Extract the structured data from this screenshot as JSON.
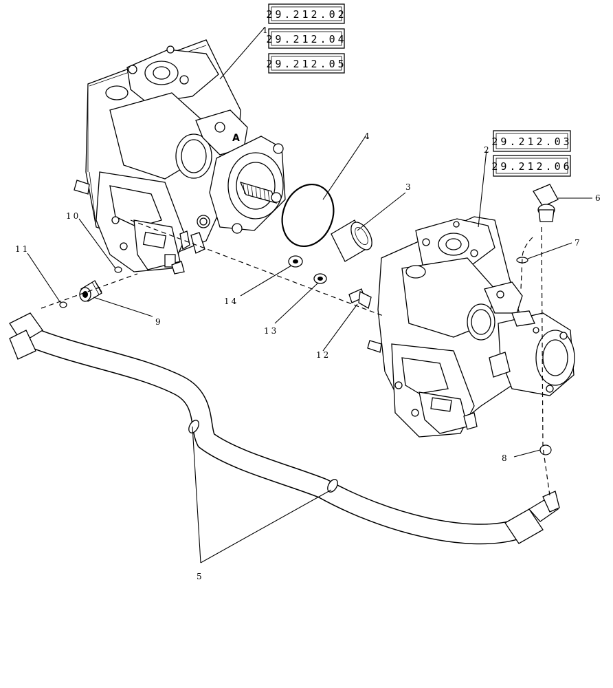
{
  "reference_boxes": {
    "ref1": "29.212.02",
    "ref2": "29.212.04",
    "ref3": "29.212.05",
    "ref4": "29.212.03",
    "ref5": "29.212.06"
  },
  "callouts": {
    "c1": "1",
    "c2": "2",
    "c3": "3",
    "c4": "4",
    "c5": "5",
    "c6": "6",
    "c7": "7",
    "c8": "8",
    "c9": "9",
    "c10": "10",
    "c11": "11",
    "c12": "12",
    "c13": "13",
    "c14": "14"
  }
}
